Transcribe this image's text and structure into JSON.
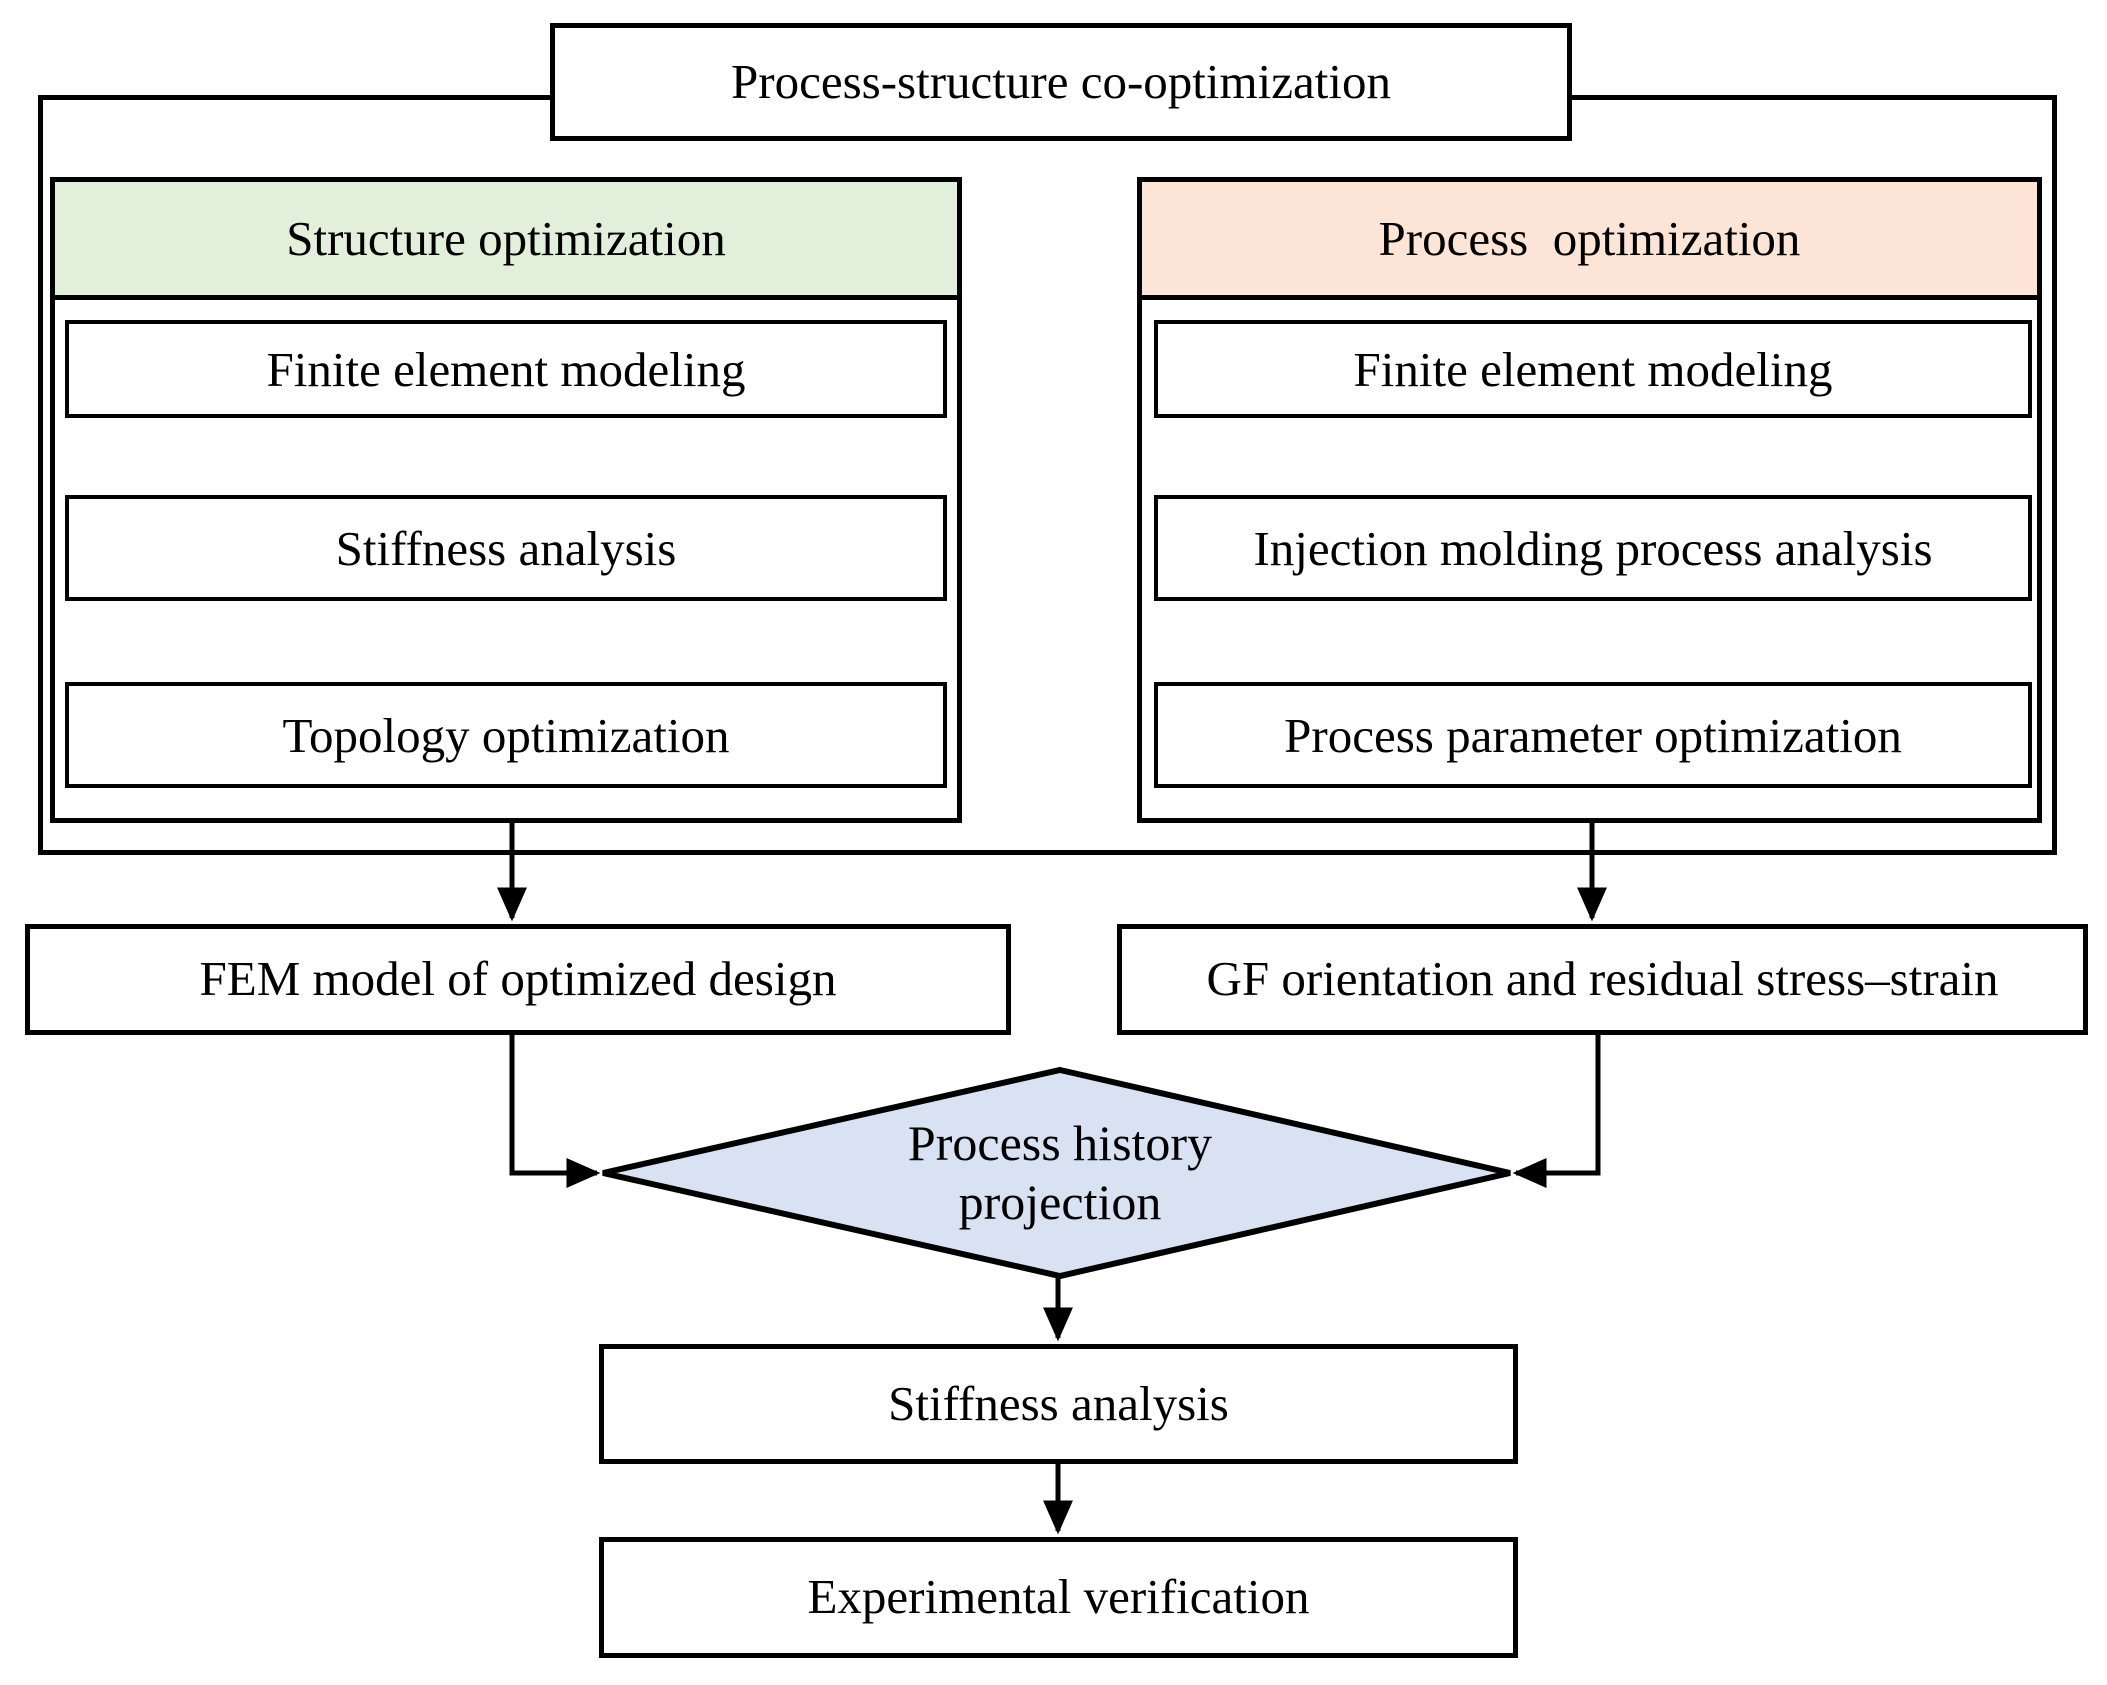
{
  "title": "Process-structure co-optimization",
  "colors": {
    "background": "#ffffff",
    "line": "#000000",
    "structure_header": "#e2efda",
    "process_header": "#fce4d6",
    "decision_fill": "#d9e2f3"
  },
  "structure_panel": {
    "header": "Structure optimization",
    "steps": [
      "Finite element modeling",
      "Stiffness analysis",
      "Topology optimization"
    ]
  },
  "process_panel": {
    "header": "Process  optimization",
    "steps": [
      "Finite element modeling",
      "Injection molding process analysis",
      "Process parameter optimization"
    ]
  },
  "results": {
    "structure": "FEM model of optimized design",
    "process": "GF orientation and residual stress–strain"
  },
  "decision": {
    "label": "Process history\nprojection"
  },
  "final_steps": [
    "Stiffness analysis",
    "Experimental verification"
  ]
}
